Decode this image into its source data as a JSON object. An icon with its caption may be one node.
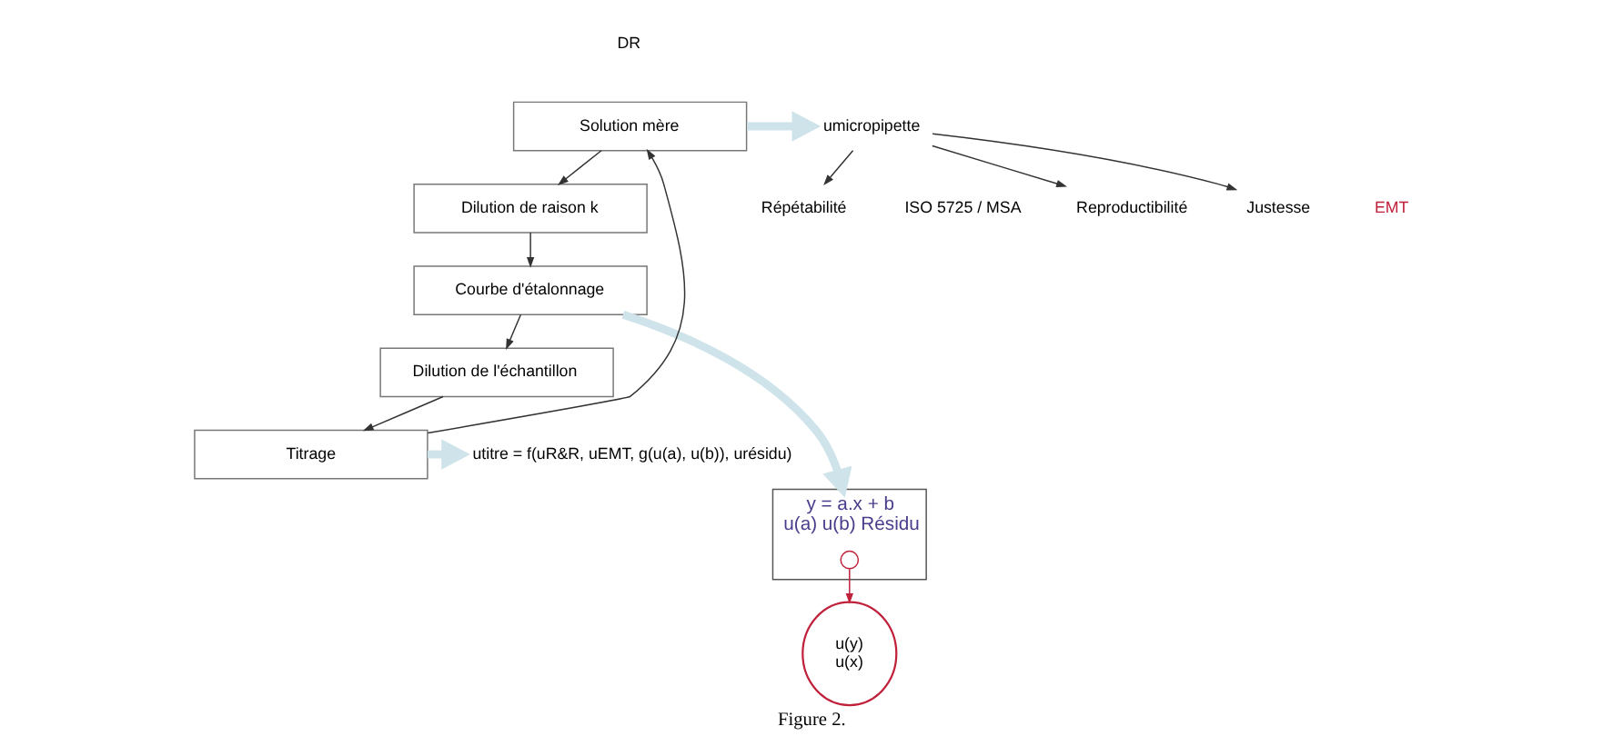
{
  "diagram": {
    "caption": "Figure 2.",
    "nodes": [
      {
        "text": [
          "Solution mère"
        ]
      },
      {
        "text": [
          "Dilution de raison k"
        ]
      },
      {
        "text": [
          "Courbe d'étalonnage"
        ]
      },
      {
        "text": [
          "Dilution de l'échantillon"
        ]
      },
      {
        "text": [
          "Titrage"
        ]
      },
      {
        "text": [
          "umicropipette"
        ]
      },
      {
        "text": [
          "Répétabilité"
        ]
      },
      {
        "text": [
          "Reproductibilité"
        ]
      },
      {
        "text": [
          "Justesse"
        ]
      },
      {
        "text": [
          "y = a.x + b",
          "u(a) u(b) Résidu"
        ]
      },
      {
        "text": [],
        "shape": "circle",
        "in": 9
      },
      {
        "text": [
          "u(y)",
          "u(x)"
        ]
      },
      {
        "text": [
          "utitre = f(uR&R, uEMT, g(u(a), u(b)), urésidu)"
        ]
      }
    ],
    "edges": [
      {
        "from": 0,
        "to": 1,
        "arrow": "to"
      },
      {
        "from": 1,
        "to": 2,
        "arrow": "to"
      },
      {
        "from": 2,
        "to": 3,
        "arrow": "to"
      },
      {
        "from": 3,
        "to": 4,
        "arrow": "to"
      },
      {
        "from": 4,
        "to": 0,
        "arrow": "to"
      },
      {
        "from": 0,
        "to": 5,
        "arrow": "to",
        "style": "thick",
        "color": "#cfe3ea"
      },
      {
        "from": 5,
        "to": 6,
        "arrow": "to"
      },
      {
        "from": 5,
        "to": 7,
        "arrow": "to"
      },
      {
        "from": 5,
        "to": 8,
        "arrow": "to"
      },
      {
        "from": 2,
        "to": 9,
        "arrow": "to",
        "style": "thick",
        "color": "#cfe3ea"
      },
      {
        "from": 10,
        "to": 11,
        "arrow": "to",
        "color": "#c0203a"
      },
      {
        "from": 4,
        "to": 12,
        "arrow": "to",
        "style": "thick",
        "color": "#cfe3ea"
      }
    ],
    "labels": [
      "ISO 5725 / MSA",
      "EMT",
      "DR"
    ]
  }
}
